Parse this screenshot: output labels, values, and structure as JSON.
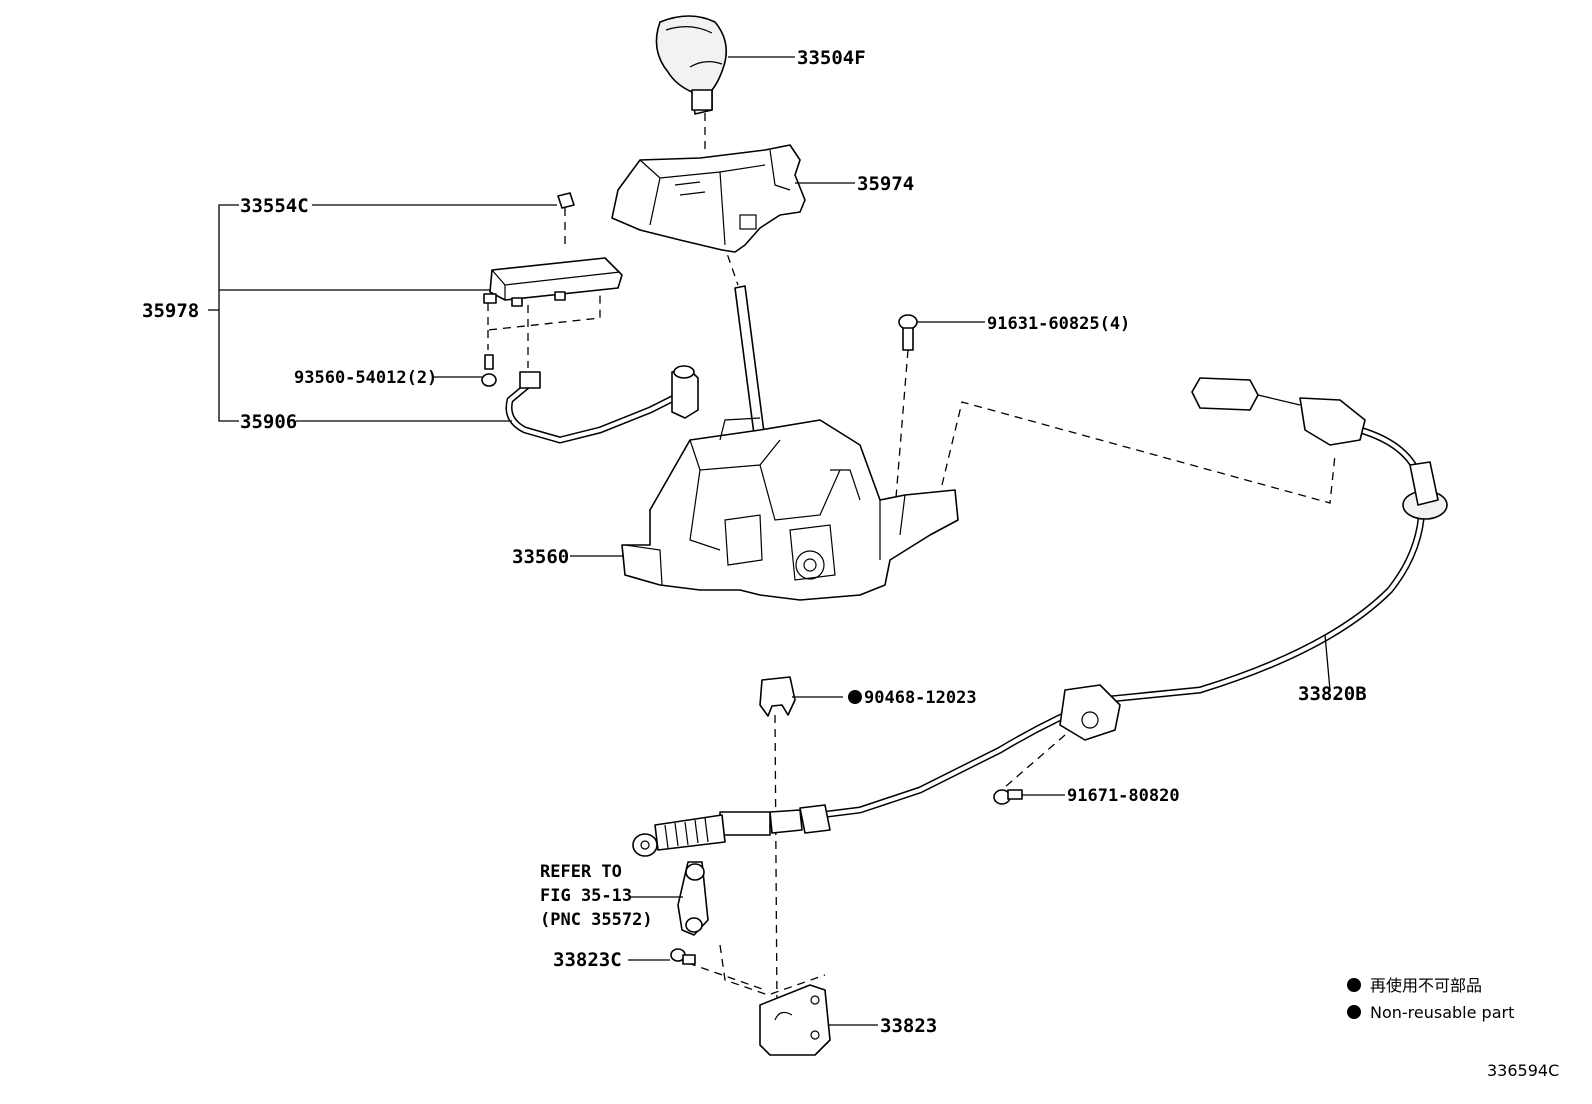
{
  "labels": {
    "shift_knob": "33504F",
    "indicator_housing": "35974",
    "clip": "33554C",
    "switch_assembly": "35978",
    "screw": "93560-54012(2)",
    "wire_harness": "35906",
    "bolt_top": "91631-60825(4)",
    "shift_lever_assembly": "33560",
    "control_cable": "33820B",
    "clip_non_reusable": "90468-12023",
    "bolt_cable": "91671-80820",
    "bracket_bolt": "33823C",
    "bracket": "33823"
  },
  "refer": {
    "line1": "REFER TO",
    "line2": "FIG 35-13",
    "line3": "(PNC 35572)"
  },
  "legend": {
    "jp": "再使用不可部品",
    "en": "Non-reusable part"
  },
  "figure_id": "336594C"
}
